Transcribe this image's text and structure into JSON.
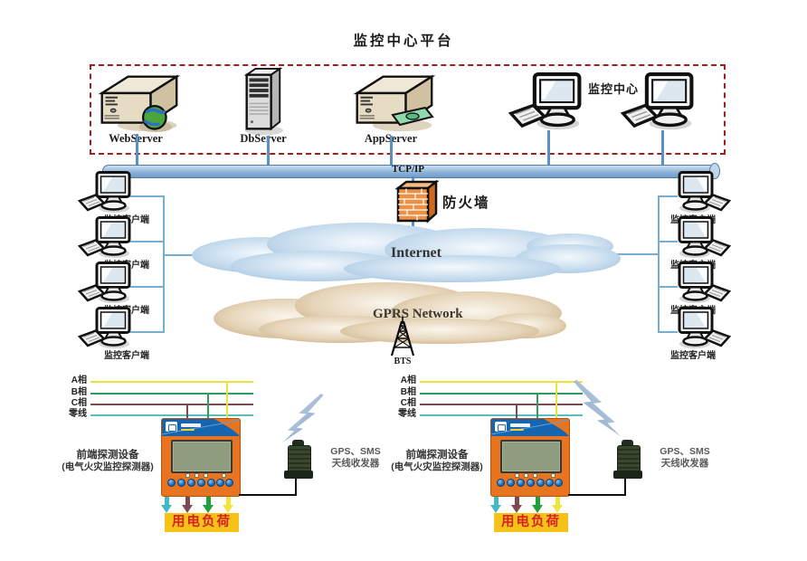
{
  "title": "监控中心平台",
  "platform": {
    "label": "监控中心",
    "servers": [
      {
        "label": "WebServer"
      },
      {
        "label": "DbServer"
      },
      {
        "label": "AppServer"
      }
    ]
  },
  "bus": {
    "label": "TCP/IP"
  },
  "firewall": {
    "label": "防火墙"
  },
  "clouds": {
    "internet": "Internet",
    "gprs": "GPRS Network"
  },
  "bts": {
    "label": "BTS"
  },
  "client": {
    "label": "监控客户端"
  },
  "unit": {
    "phases": [
      {
        "label": "A相",
        "color": "#ece23c"
      },
      {
        "label": "B相",
        "color": "#2f9e5c"
      },
      {
        "label": "C相",
        "color": "#7e4a52"
      },
      {
        "label": "零线",
        "color": "#58bdbf"
      }
    ],
    "device_title": "前端探测设备",
    "device_subtitle": "(电气火灾监控探测器)",
    "antenna_line1": "GPS、SMS",
    "antenna_line2": "天线收发器",
    "load": "用电负荷"
  },
  "colors": {
    "dashed_border": "#a11f1f",
    "connector_blue": "#5b8fc9",
    "bracket_blue": "#74aed3",
    "bus_fill": "#8fb3d9",
    "firewall_orange": "#ef8f42",
    "device_orange": "#e87420",
    "device_header_blue": "#1565b0",
    "lcd_green": "#8e9d80",
    "load_bg": "#f6c21a",
    "load_text": "#d42020",
    "internet_cloud": "#b9d5ea",
    "gprs_cloud": "#d8c1a0"
  }
}
